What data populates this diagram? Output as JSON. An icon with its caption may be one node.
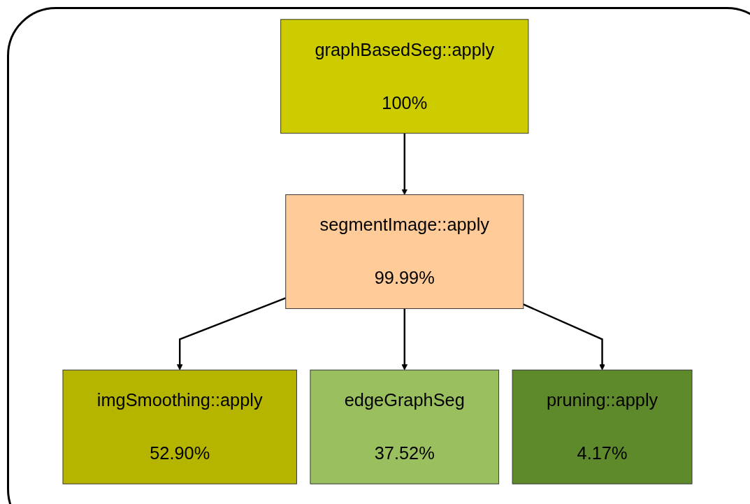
{
  "diagram": {
    "nodes": [
      {
        "text": [
          "graphBasedSeg::apply",
          "100%"
        ]
      },
      {
        "text": [
          "segmentImage::apply",
          "99.99%"
        ]
      },
      {
        "text": [
          "imgSmoothing::apply",
          "52.90%"
        ]
      },
      {
        "text": [
          "edgeGraphSeg",
          "37.52%"
        ]
      },
      {
        "text": [
          "pruning::apply",
          "4.17%"
        ]
      }
    ],
    "edges": [
      {
        "from": 0,
        "to": 1,
        "arrow": "to"
      },
      {
        "from": 1,
        "to": 2,
        "arrow": "to"
      },
      {
        "from": 1,
        "to": 3,
        "arrow": "to"
      },
      {
        "from": 1,
        "to": 4,
        "arrow": "to"
      }
    ]
  }
}
